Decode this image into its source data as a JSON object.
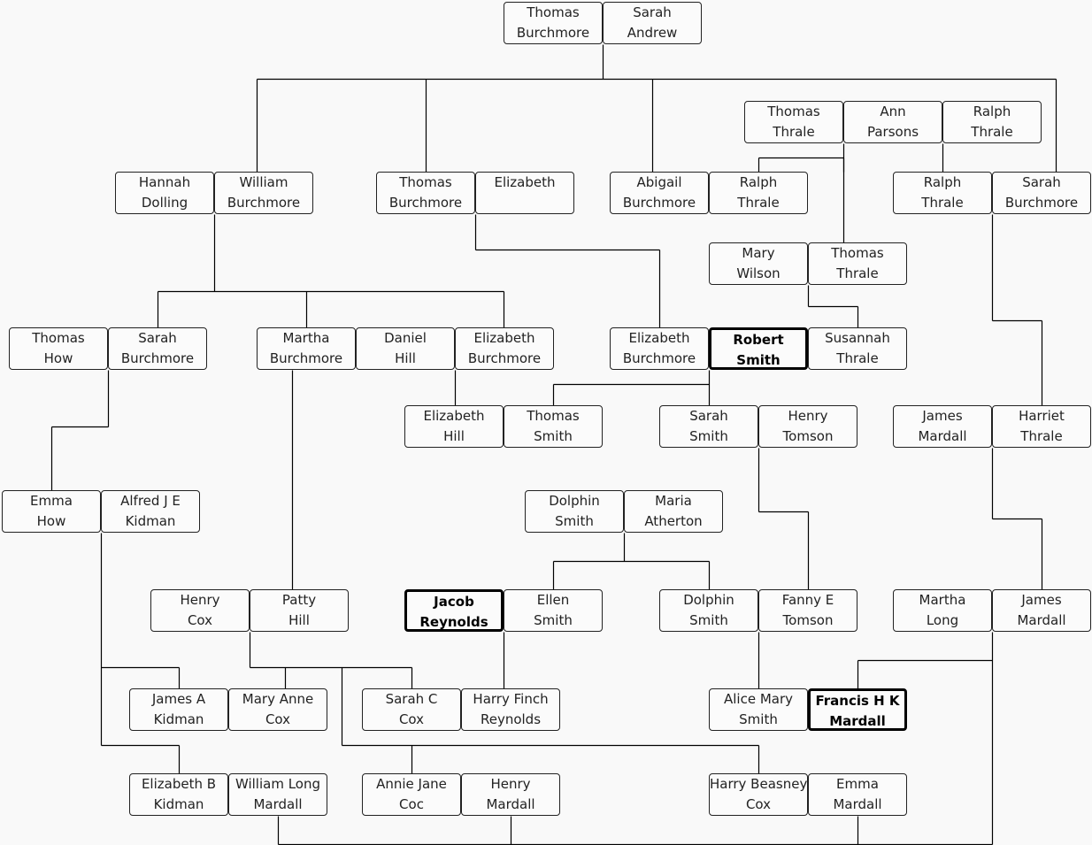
{
  "people": {
    "p1": [
      "Thomas",
      "Burchmore"
    ],
    "p2": [
      "Sarah",
      "Andrew"
    ],
    "p3": [
      "Thomas",
      "Thrale"
    ],
    "p4": [
      "Ann",
      "Parsons"
    ],
    "p5": [
      "Ralph",
      "Thrale"
    ],
    "p6": [
      "Hannah",
      "Dolling"
    ],
    "p7": [
      "William",
      "Burchmore"
    ],
    "p8": [
      "Thomas",
      "Burchmore"
    ],
    "p9": [
      "Elizabeth",
      ""
    ],
    "p10": [
      "Abigail",
      "Burchmore"
    ],
    "p11": [
      "Ralph",
      "Thrale"
    ],
    "p12": [
      "Ralph",
      "Thrale"
    ],
    "p13": [
      "Sarah",
      "Burchmore"
    ],
    "p14": [
      "Mary",
      "Wilson"
    ],
    "p15": [
      "Thomas",
      "Thrale"
    ],
    "p16": [
      "Thomas",
      "How"
    ],
    "p17": [
      "Sarah",
      "Burchmore"
    ],
    "p18": [
      "Martha",
      "Burchmore"
    ],
    "p19": [
      "Daniel",
      "Hill"
    ],
    "p20": [
      "Elizabeth",
      "Burchmore"
    ],
    "p21": [
      "Elizabeth",
      "Burchmore"
    ],
    "p22": [
      "Robert",
      "Smith"
    ],
    "p23": [
      "Susannah",
      "Thrale"
    ],
    "p24": [
      "Elizabeth",
      "Hill"
    ],
    "p25": [
      "Thomas",
      "Smith"
    ],
    "p26": [
      "Sarah",
      "Smith"
    ],
    "p27": [
      "Henry",
      "Tomson"
    ],
    "p28": [
      "James",
      "Mardall"
    ],
    "p29": [
      "Harriet",
      "Thrale"
    ],
    "p30": [
      "Emma",
      "How"
    ],
    "p31": [
      "Alfred J E",
      "Kidman"
    ],
    "p32": [
      "Dolphin",
      "Smith"
    ],
    "p33": [
      "Maria",
      "Atherton"
    ],
    "p34": [
      "Henry",
      "Cox"
    ],
    "p35": [
      "Patty",
      "Hill"
    ],
    "p36": [
      "Jacob",
      "Reynolds"
    ],
    "p37": [
      "Ellen",
      "Smith"
    ],
    "p38": [
      "Dolphin",
      "Smith"
    ],
    "p39": [
      "Fanny E",
      "Tomson"
    ],
    "p40": [
      "Martha",
      "Long"
    ],
    "p41": [
      "James",
      "Mardall"
    ],
    "p42": [
      "James A",
      "Kidman"
    ],
    "p43": [
      "Mary Anne",
      "Cox"
    ],
    "p44": [
      "Sarah C",
      "Cox"
    ],
    "p45": [
      "Harry Finch",
      "Reynolds"
    ],
    "p46": [
      "Alice Mary",
      "Smith"
    ],
    "p47": [
      "Francis H K",
      "Mardall"
    ],
    "p48": [
      "Elizabeth B",
      "Kidman"
    ],
    "p49": [
      "William Long",
      "Mardall"
    ],
    "p50": [
      "Annie Jane",
      "Coc"
    ],
    "p51": [
      "Henry",
      "Mardall"
    ],
    "p52": [
      "Harry Beasney",
      "Cox"
    ],
    "p53": [
      "Emma",
      "Mardall"
    ]
  }
}
